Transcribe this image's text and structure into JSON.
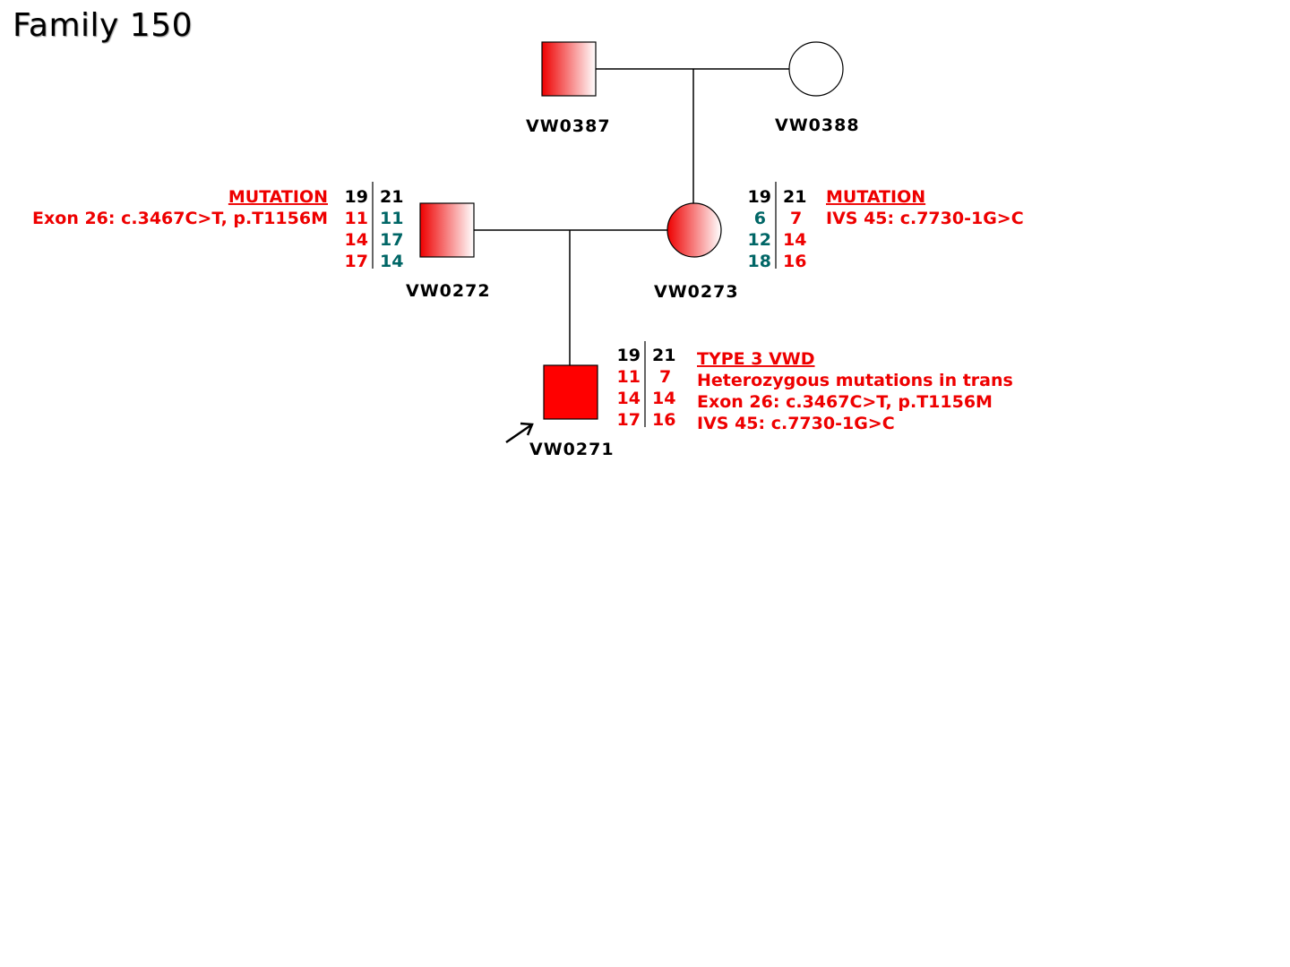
{
  "title": "Family 150",
  "colors": {
    "affected": "#ff0000",
    "carrier_light": "#ffffff",
    "red_text": "#ee0000",
    "teal_text": "#006666",
    "black_text": "#000000"
  },
  "individuals": {
    "grandfather": {
      "id": "VW0387",
      "sex": "male",
      "status": "carrier"
    },
    "grandmother": {
      "id": "VW0388",
      "sex": "female",
      "status": "unaffected"
    },
    "father": {
      "id": "VW0272",
      "sex": "male",
      "status": "carrier",
      "mutation_heading": "MUTATION",
      "mutation_detail": "Exon 26: c.3467C>T, p.T1156M",
      "haplotype": {
        "header": [
          "19",
          "21"
        ],
        "rows": [
          [
            "11",
            "11"
          ],
          [
            "14",
            "17"
          ],
          [
            "17",
            "14"
          ]
        ]
      }
    },
    "mother": {
      "id": "VW0273",
      "sex": "female",
      "status": "carrier",
      "mutation_heading": "MUTATION",
      "mutation_detail": "IVS 45: c.7730-1G>C",
      "haplotype": {
        "header": [
          "19",
          "21"
        ],
        "rows": [
          [
            "6",
            "7"
          ],
          [
            "12",
            "14"
          ],
          [
            "18",
            "16"
          ]
        ]
      }
    },
    "proband": {
      "id": "VW0271",
      "sex": "male",
      "status": "affected",
      "diagnosis_heading": "TYPE 3 VWD",
      "diagnosis_lines": [
        "Heterozygous mutations in trans",
        "Exon 26: c.3467C>T, p.T1156M",
        "IVS 45: c.7730-1G>C"
      ],
      "haplotype": {
        "header": [
          "19",
          "21"
        ],
        "rows": [
          [
            "11",
            "7"
          ],
          [
            "14",
            "14"
          ],
          [
            "17",
            "16"
          ]
        ]
      }
    }
  }
}
